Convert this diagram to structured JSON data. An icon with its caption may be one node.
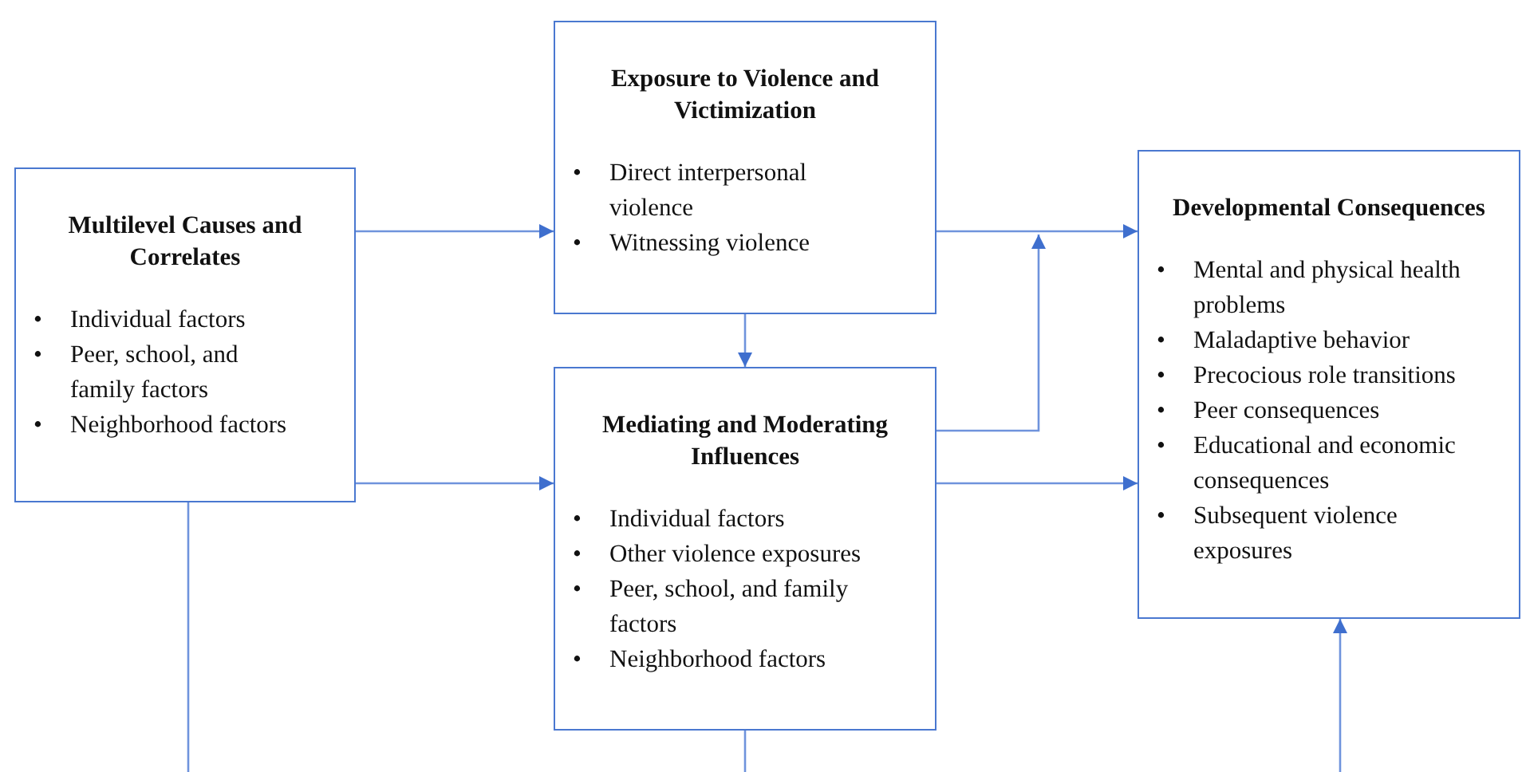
{
  "diagram": {
    "nodes": [
      {
        "text": [
          "Multilevel Causes and Correlates",
          "Individual factors",
          "Peer, school, and family factors",
          "Neighborhood factors"
        ]
      },
      {
        "text": [
          "Exposure to Violence and Victimization",
          "Direct interpersonal violence",
          "Witnessing violence"
        ]
      },
      {
        "text": [
          "Mediating and Moderating Influences",
          "Individual factors",
          "Other violence exposures",
          "Peer, school, and family factors",
          "Neighborhood factors"
        ]
      },
      {
        "text": [
          "Developmental Consequences",
          "Mental and physical health problems",
          "Maladaptive behavior",
          "Precocious role transitions",
          "Peer consequences",
          "Educational and economic consequences",
          "Subsequent violence exposures"
        ]
      }
    ],
    "edges": [
      {
        "from": 0,
        "to": 1,
        "arrow": "to"
      },
      {
        "from": 0,
        "to": 2,
        "arrow": "to"
      },
      {
        "from": 1,
        "to": 2,
        "arrow": "to"
      },
      {
        "from": 1,
        "to": 3,
        "arrow": "to"
      },
      {
        "from": 2,
        "to": null,
        "arrow": "to"
      },
      {
        "from": 2,
        "to": 3,
        "arrow": "to"
      },
      {
        "from": 0,
        "to": null,
        "arrow": "none"
      },
      {
        "from": 2,
        "to": null,
        "arrow": "none"
      },
      {
        "from": null,
        "to": 3,
        "arrow": "to"
      }
    ],
    "labels": [
      "•",
      "•",
      "•",
      "•",
      "•",
      "•",
      "•",
      "•",
      "•",
      "•",
      "•",
      "•",
      "•",
      "•",
      "•"
    ]
  }
}
